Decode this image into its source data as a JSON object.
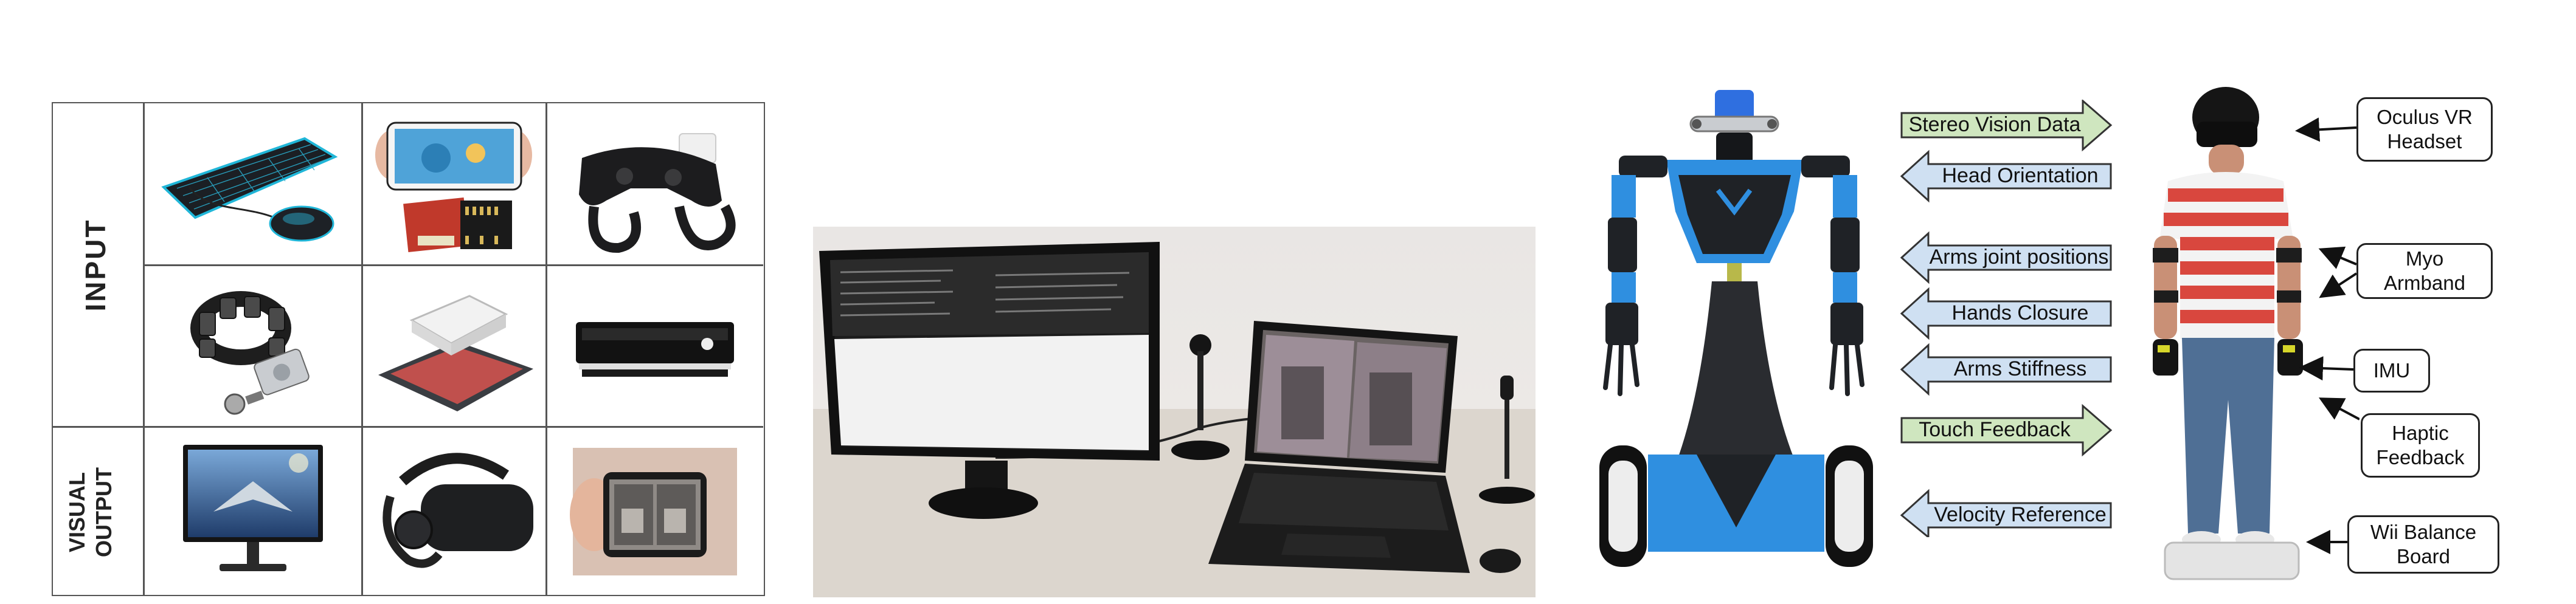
{
  "grid": {
    "row_labels": {
      "input": "INPUT",
      "visual_output_line1": "VISUAL",
      "visual_output_line2": "OUTPUT"
    },
    "devices": [
      "keyboard-mouse",
      "smartphone-sensor",
      "gamepad",
      "myo-armband",
      "balance-board",
      "kinect-sensor",
      "monitor",
      "vr-headset",
      "phone-vr-view"
    ]
  },
  "diagram": {
    "arrows": [
      {
        "label": "Stereo Vision Data",
        "direction": "right",
        "fill": "#cfe6bf"
      },
      {
        "label": "Head Orientation",
        "direction": "left",
        "fill": "#cfe0f2"
      },
      {
        "label": "Arms joint positions",
        "direction": "left",
        "fill": "#cfe0f2"
      },
      {
        "label": "Hands Closure",
        "direction": "left",
        "fill": "#cfe0f2"
      },
      {
        "label": "Arms Stiffness",
        "direction": "left",
        "fill": "#cfe0f2"
      },
      {
        "label": "Touch Feedback",
        "direction": "right",
        "fill": "#cfe6bf"
      },
      {
        "label": "Velocity Reference",
        "direction": "left",
        "fill": "#cfe0f2"
      }
    ],
    "callouts": {
      "oculus_l1": "Oculus VR",
      "oculus_l2": "Headset",
      "myo_l1": "Myo",
      "myo_l2": "Armband",
      "imu": "IMU",
      "haptic_l1": "Haptic",
      "haptic_l2": "Feedback",
      "wii_l1": "Wii Balance",
      "wii_l2": "Board"
    },
    "colors": {
      "robot_blue": "#2f8fe0",
      "robot_dark": "#2a2c30",
      "shirt_red": "#d9473e"
    }
  }
}
